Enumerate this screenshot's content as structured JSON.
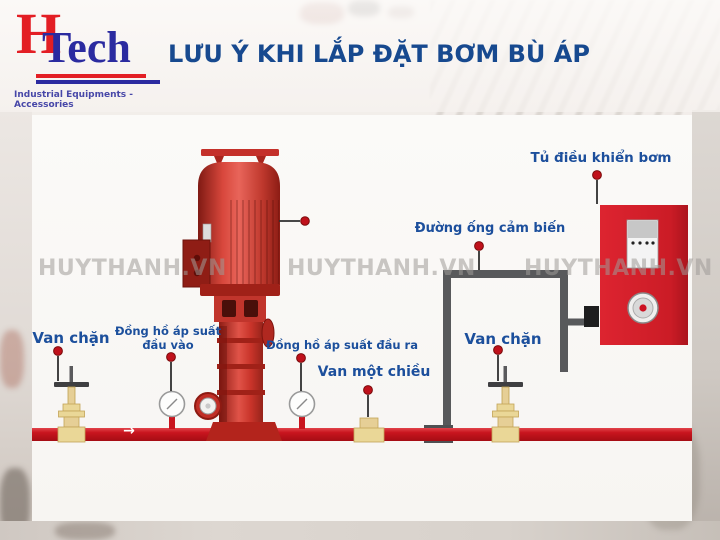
{
  "header": {
    "logo": {
      "letter_h": "H",
      "word": "Tech",
      "tagline": "Industrial Equipments - Accessories"
    },
    "title": "LƯU Ý KHI LẮP ĐẶT BƠM BÙ ÁP"
  },
  "watermark": {
    "text": "HUYTHANH.VN"
  },
  "diagram": {
    "callouts": {
      "van_chan_left": "Van chặn",
      "gauge_inlet_line1": "Đồng hồ áp suất",
      "gauge_inlet_line2": "đầu vào",
      "gauge_outlet": "Đồng hồ áp suất đầu ra",
      "van_mot_chieu": "Van một chiều",
      "van_chan_right": "Van chặn",
      "sensor_pipe": "Đường ống cảm biến",
      "control_cabinet": "Tủ điều khiển bơm"
    },
    "flow_arrow": "→"
  },
  "colors": {
    "title_blue": "#17498f",
    "label_blue": "#1c4f9c",
    "pipe_red": "#c9151e",
    "pump_red": "#c43127",
    "cabinet_red": "#d0202a",
    "logo_red": "#e31e24",
    "logo_blue": "#2b2ba0",
    "callout_dot": "#c0111b",
    "pipe_gray": "#58595b",
    "valve_tan": "#ead797"
  }
}
